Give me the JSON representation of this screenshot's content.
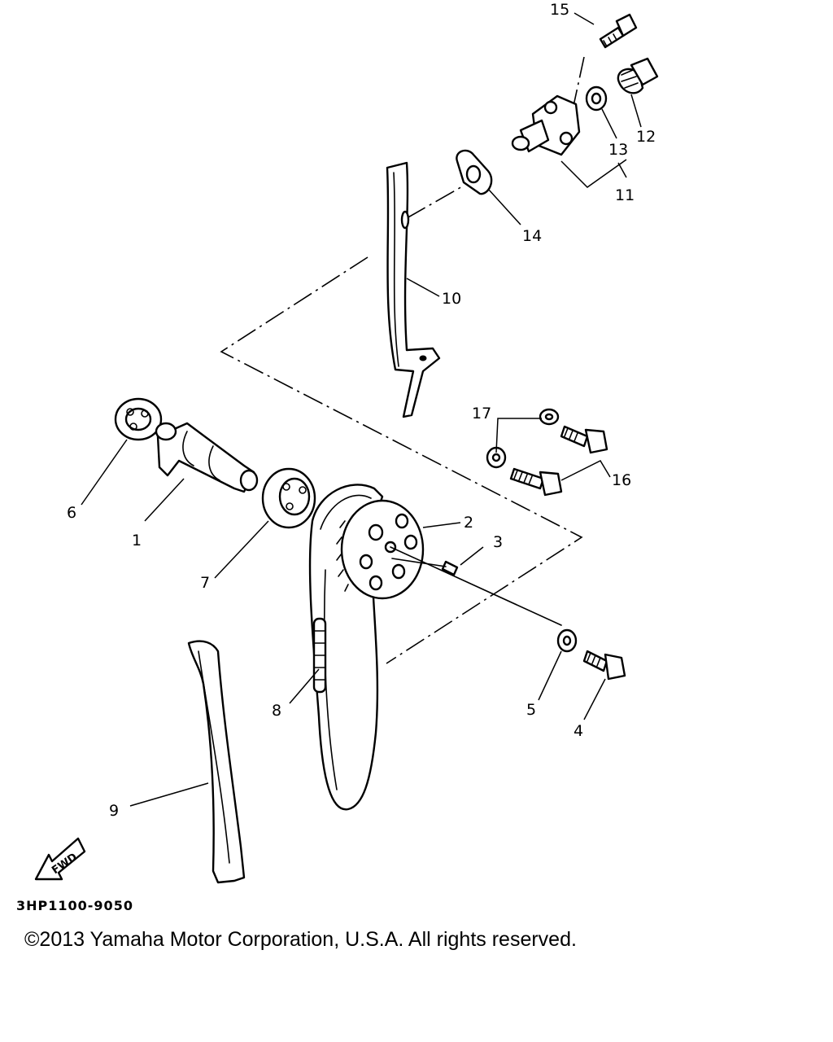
{
  "diagram": {
    "code": "3HP1100-9050",
    "fwd_label": "FWD",
    "callouts": {
      "p1": "1",
      "p2": "2",
      "p3": "3",
      "p4": "4",
      "p5": "5",
      "p6": "6",
      "p7": "7",
      "p8": "8",
      "p9": "9",
      "p10": "10",
      "p11": "11",
      "p12": "12",
      "p13": "13",
      "p14": "14",
      "p15": "15",
      "p16": "16",
      "p17": "17"
    }
  },
  "footer": {
    "copyright": "©2013 Yamaha Motor Corporation, U.S.A. All rights reserved."
  }
}
